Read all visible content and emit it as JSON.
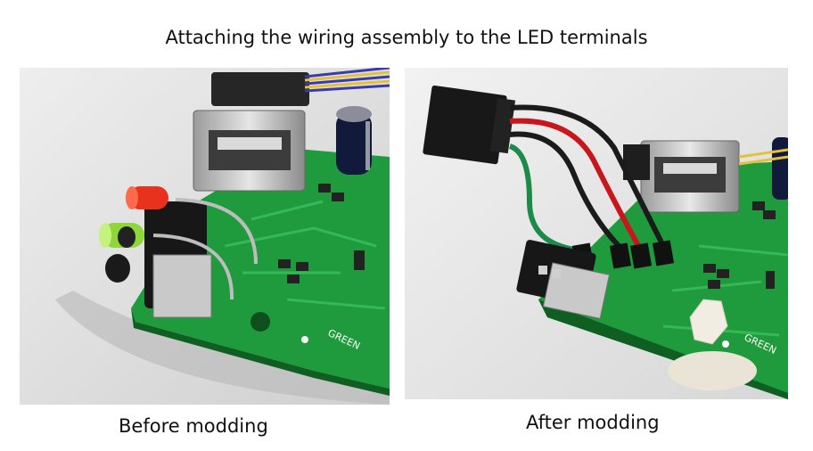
{
  "title": "Attaching the wiring assembly to the LED terminals",
  "panels": [
    {
      "caption": "Before modding"
    },
    {
      "caption": "After modding"
    }
  ],
  "board_labels": [
    "GREEN",
    "GREEN"
  ],
  "colors": {
    "pcb": "#1f9a3c",
    "wire_red": "#c8161d",
    "wire_green": "#1e8a4a",
    "wire_black": "#1b1b1b",
    "led_red": "#e8321e",
    "led_green": "#8fd63a"
  }
}
